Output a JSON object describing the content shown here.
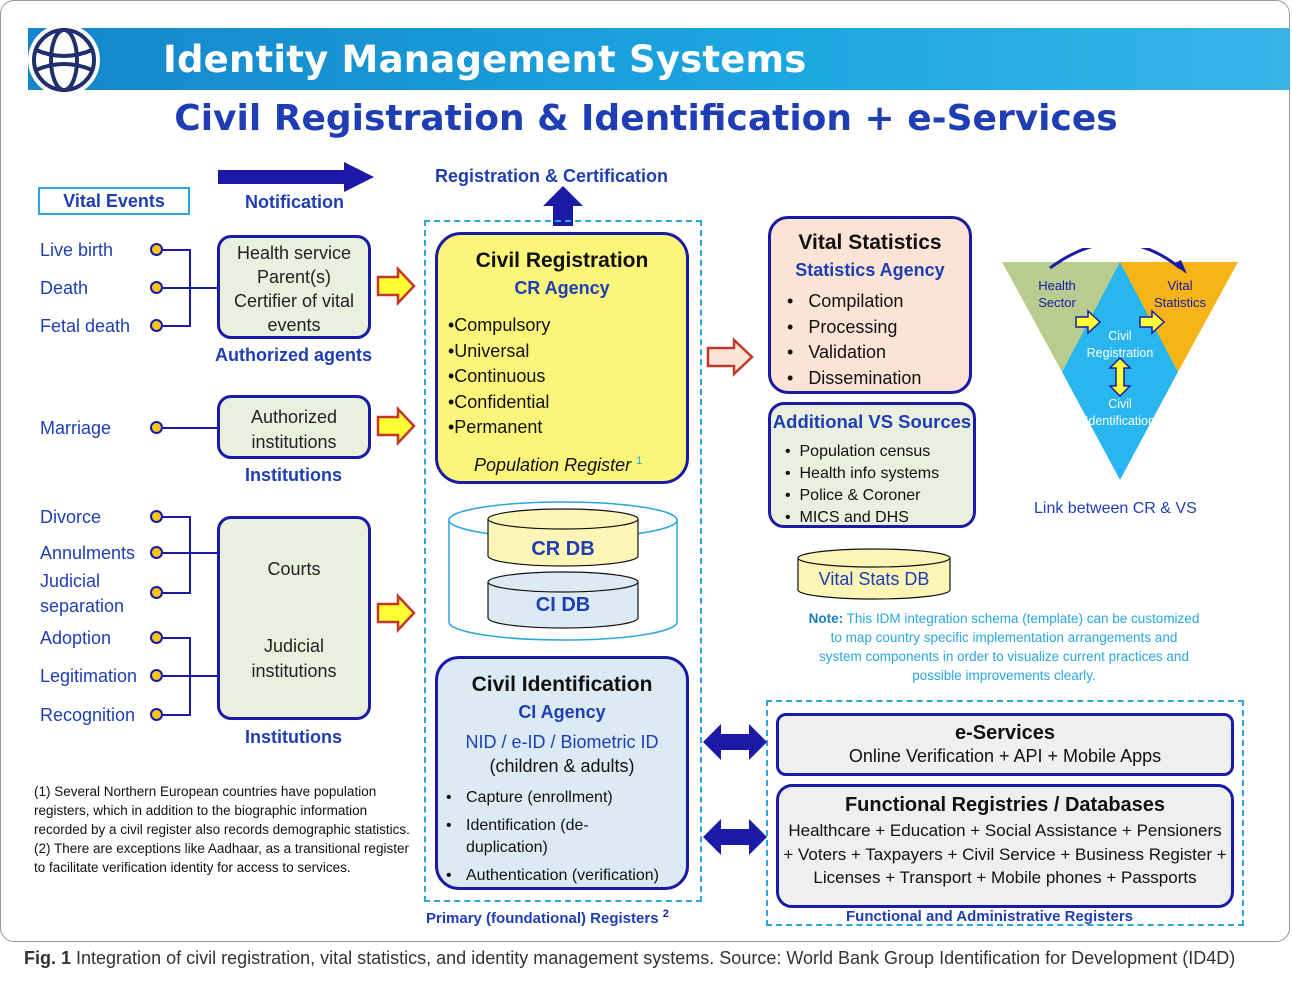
{
  "header": {
    "title": "Identity Management Systems",
    "subtitle": "Civil Registration & Identification + e-Services"
  },
  "left": {
    "vital_events_label": "Vital Events",
    "notification_label": "Notification",
    "events_group1": [
      "Live birth",
      "Death",
      "Fetal death"
    ],
    "events_group2": [
      "Marriage"
    ],
    "events_group3": [
      "Divorce",
      "Annulments",
      "Judicial separation",
      "Adoption",
      "Legitimation",
      "Recognition"
    ],
    "agents_box_lines": [
      "Health service",
      "Parent(s)",
      "Certifier of vital events"
    ],
    "agents_caption": "Authorized agents",
    "institutions_box_lines": [
      "Authorized",
      "institutions"
    ],
    "institutions_caption": "Institutions",
    "courts_box": "Courts",
    "judicial_box": "Judicial institutions",
    "courts_caption": "Institutions"
  },
  "center": {
    "registration_label": "Registration &  Certification",
    "cr": {
      "title": "Civil Registration",
      "agency": "CR Agency",
      "items": [
        "•Compulsory",
        "•Universal",
        "•Continuous",
        "•Confidential",
        "•Permanent"
      ],
      "footer": "Population Register",
      "footer_ref": "1"
    },
    "db": {
      "cr": "CR  DB",
      "ci": "CI  DB"
    },
    "ci": {
      "title": "Civil Identification",
      "agency": "CI Agency",
      "id_types": "NID / e-ID / Biometric ID",
      "id_scope": "(children & adults)",
      "items": [
        "Capture (enrollment)",
        "Identification (de-duplication)",
        "Authentication (verification)"
      ]
    },
    "primary_caption": "Primary (foundational) Registers",
    "primary_ref": "2"
  },
  "right": {
    "vs": {
      "title": "Vital Statistics",
      "agency": "Statistics Agency",
      "items": [
        "Compilation",
        "Processing",
        "Validation",
        "Dissemination"
      ]
    },
    "avs": {
      "title": "Additional VS Sources",
      "items": [
        "Population census",
        "Health info systems",
        "Police & Coroner",
        "MICS and DHS"
      ]
    },
    "vs_db": "Vital Stats DB",
    "triangle": {
      "health": "Health Sector",
      "vital": "Vital Statistics",
      "civil_reg": "Civil Registration",
      "civil_id": "Civil Identification",
      "caption": "Link between CR & VS"
    },
    "note_bold": "Note:",
    "note_text": " This IDM integration schema (template) can be customized to map country specific implementation arrangements and system components in order to visualize current practices and possible improvements clearly.",
    "eservices": {
      "title": "e-Services",
      "text": "Online Verification + API + Mobile Apps"
    },
    "registries": {
      "title": "Functional Registries / Databases",
      "lines": [
        "Healthcare + Education + Social Assistance + Pensioners",
        "+ Voters + Taxpayers + Civil Service + Business Register +",
        "Licenses + Transport + Mobile phones + Passports"
      ]
    },
    "functional_caption": "Functional and Administrative Registers"
  },
  "footnotes": {
    "f1": "(1) Several Northern European countries have population registers, which in addition to the biographic information recorded by a civil register also records demographic statistics.",
    "f2": "(2) There are exceptions like Aadhaar, as a transitional register to facilitate verification identity for access to services."
  },
  "caption": {
    "label": "Fig. 1",
    "text": " Integration of civil registration, vital statistics, and identity management systems. Source: World Bank Group Identification for Development (ID4D)"
  },
  "colors": {
    "navy": "#1a1aa6",
    "title_blue": "#1f3eb4",
    "banner": "#1ca7e0",
    "cr_yellow": "#fbf57a",
    "arrow_yellow": "#ffff33",
    "arrow_red": "#c0392b"
  }
}
